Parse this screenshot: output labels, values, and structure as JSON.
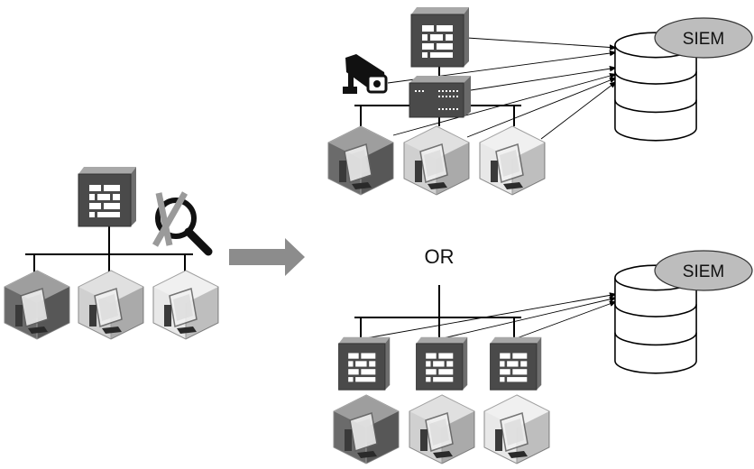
{
  "diagram": {
    "or_label": "OR",
    "top_siem_label": "SIEM",
    "bottom_siem_label": "SIEM"
  },
  "icons": {
    "firewall": "firewall-icon",
    "computer": "computer-node-icon",
    "database": "database-icon",
    "magnifier_crossed": "magnifier-crossed-icon",
    "camera": "surveillance-camera-icon",
    "network_switch": "network-switch-icon",
    "arrow": "arrow-right-icon"
  },
  "colors": {
    "firewall_face": "#4a4a4a",
    "arrow": "#8c8c8c",
    "siem_ellipse": "#bdbdbd",
    "cross": "#9a9a9a",
    "line": "#000000"
  }
}
